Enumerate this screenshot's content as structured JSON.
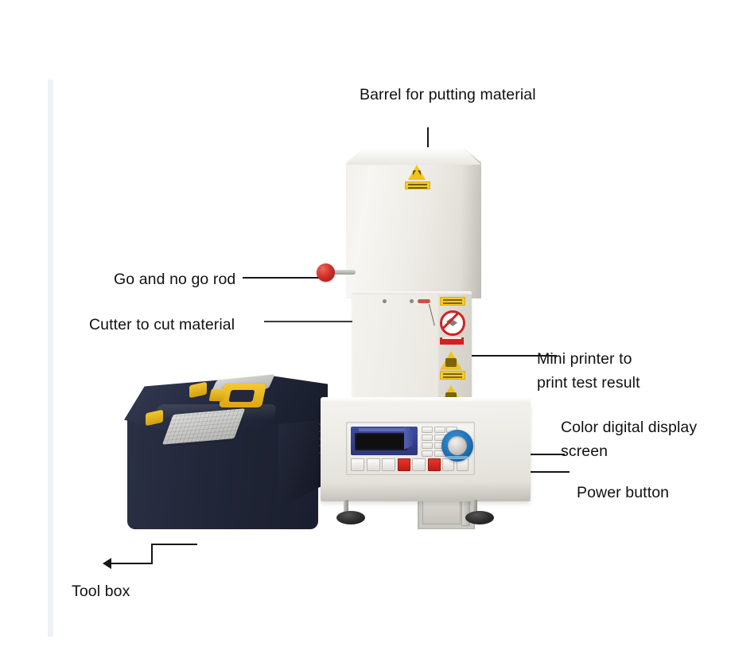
{
  "page": {
    "background_color": "#ffffff",
    "accent_warning_color": "#f2c41b",
    "accent_prohibit_color": "#cf2222",
    "accent_panel_color": "#2c3780",
    "accent_power_color": "#1f6fb5",
    "toolbox_color": "#1d2233",
    "toolbox_handle_color": "#f4c933"
  },
  "callouts": {
    "barrel": {
      "label": "Barrel for putting material",
      "target": "barrel-housing"
    },
    "rod": {
      "label": "Go and no go rod",
      "target": "red-knob-rod"
    },
    "cutter": {
      "label": "Cutter to cut material",
      "target": "cutter-wire"
    },
    "printer": {
      "label": "Mini  printer  to\nprint test result",
      "target": "mini-printer-panel"
    },
    "display": {
      "label": "Color digital display\nscreen",
      "target": "lcd-screen"
    },
    "power": {
      "label": "Power button",
      "target": "power-button"
    },
    "toolbox": {
      "label": "Tool box",
      "target": "tool-box"
    }
  },
  "machine": {
    "name": "melt-flow-index-tester",
    "barrel_sticker": "hot-surface-warning",
    "warning_stickers": [
      "yellow-caption-strip",
      "no-hand-prohibition",
      "red-caption-strip",
      "yellow-warning-triangle",
      "yellow-caption-strip",
      "yellow-warning-triangle",
      "yellow-caption-strip"
    ],
    "control_panel": {
      "screen": "lcd-display",
      "keypad_keys": 12,
      "function_keys": 9,
      "power_button": "round-illuminated-switch"
    },
    "feet": 2
  },
  "toolbox": {
    "name": "portable-tool-case",
    "handle": "yellow-carry-handle",
    "latches": 2,
    "panels": 2
  }
}
